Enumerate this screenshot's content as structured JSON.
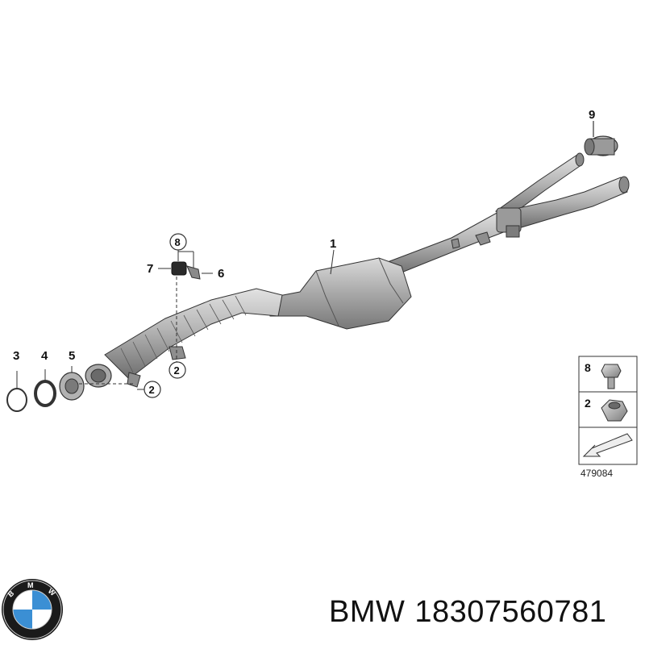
{
  "callouts": {
    "c1": "1",
    "c2a": "2",
    "c2b": "2",
    "c3": "3",
    "c4": "4",
    "c5": "5",
    "c6": "6",
    "c7": "7",
    "c8": "8",
    "c9": "9"
  },
  "legend": {
    "bolt_number": "8",
    "nut_number": "2",
    "reference": "479084"
  },
  "footer": {
    "brand": "BMW",
    "part_number": "18307560781"
  },
  "colors": {
    "pipe_fill": "#b9b9b9",
    "pipe_dark": "#6f6f6f",
    "line": "#333333",
    "logo_blue": "#3b8fd4"
  }
}
